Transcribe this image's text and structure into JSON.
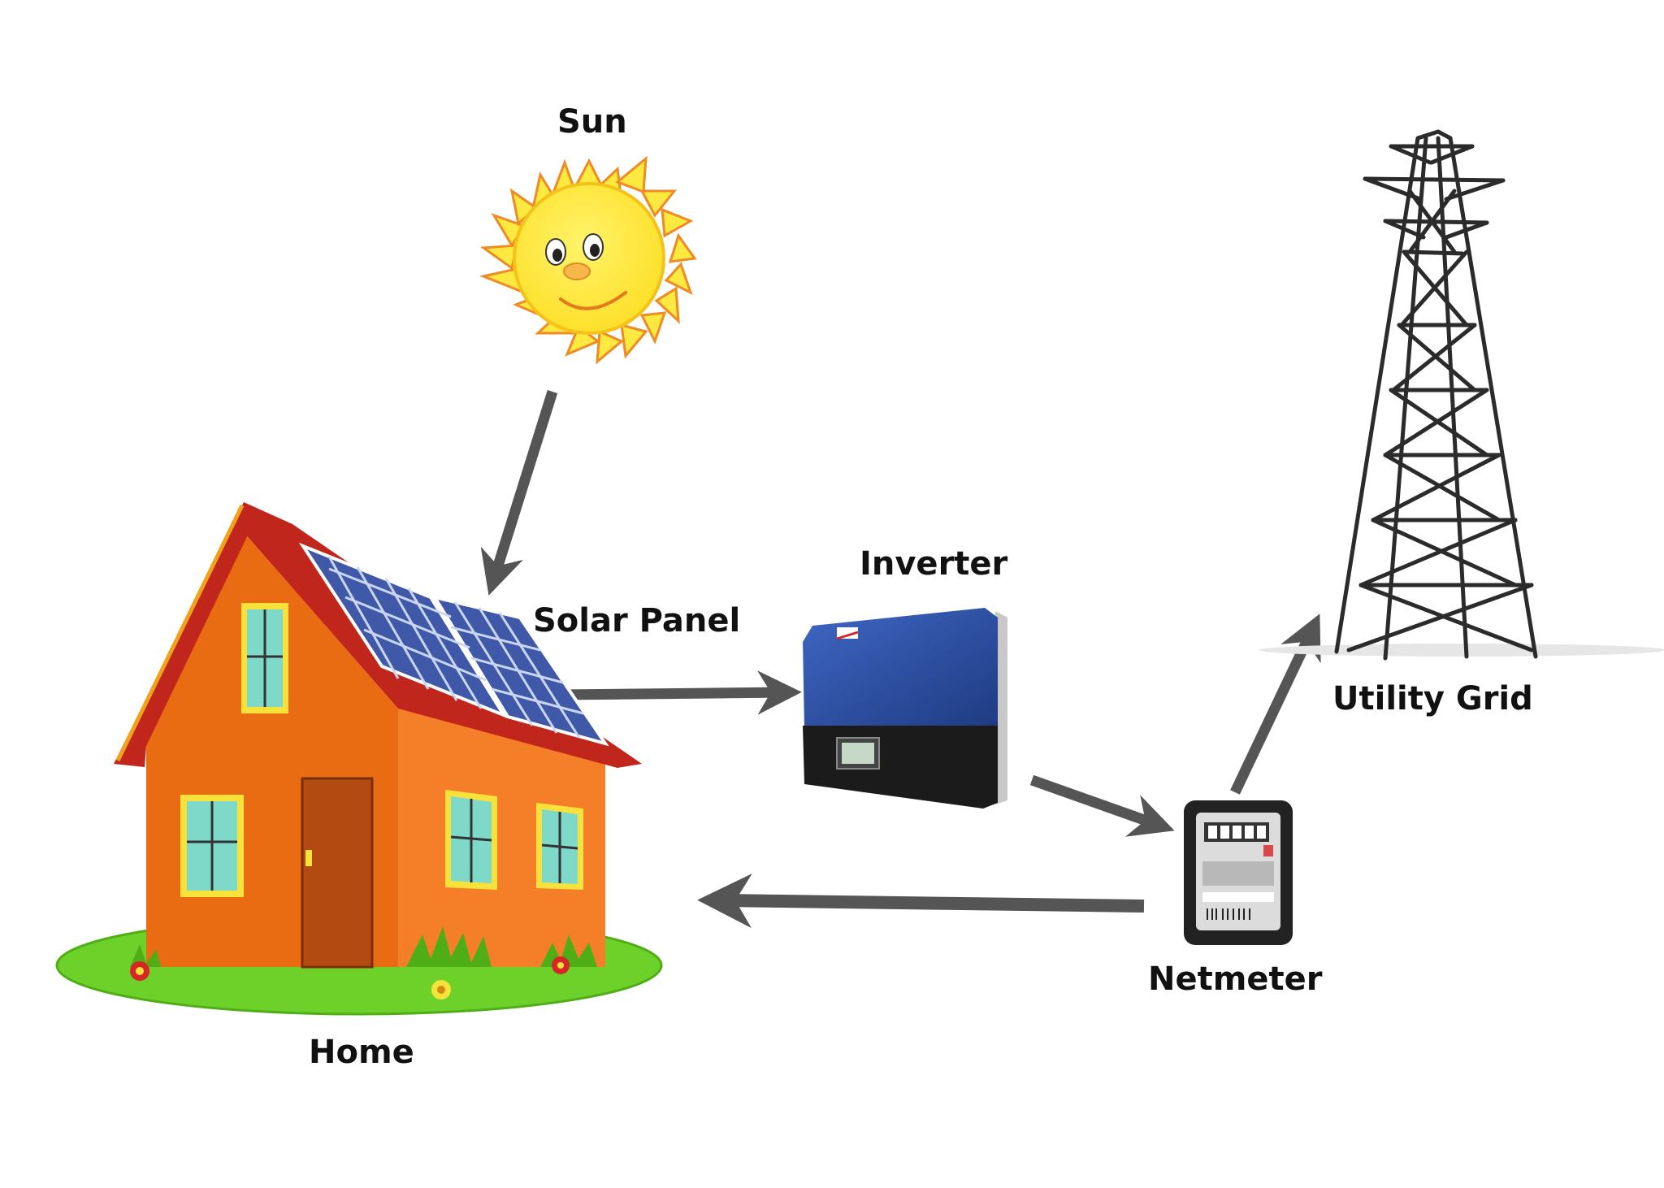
{
  "labels": {
    "sun": "Sun",
    "solar_panel": "Solar Panel",
    "inverter": "Inverter",
    "utility_grid": "Utility Grid",
    "netmeter": "Netmeter",
    "home": "Home"
  },
  "flows": [
    {
      "from": "sun",
      "to": "solar_panel"
    },
    {
      "from": "solar_panel",
      "to": "inverter"
    },
    {
      "from": "inverter",
      "to": "netmeter"
    },
    {
      "from": "netmeter",
      "to": "utility_grid"
    },
    {
      "from": "netmeter",
      "to": "home"
    }
  ],
  "colors": {
    "arrow": "#555555",
    "sun_body": "#fde940",
    "sun_rays": "#f08a24",
    "house_wall": "#f07a22",
    "roof": "#c0261b",
    "solar_cell": "#3f58a8",
    "window_glass": "#7fd9c9",
    "window_frame": "#f6e23b",
    "door": "#b34a12",
    "lawn": "#6ed12a",
    "inverter_top": "#2c4e9e",
    "inverter_bottom": "#1b1b1b",
    "meter_body": "#222222",
    "tower": "#2b2b2b"
  }
}
